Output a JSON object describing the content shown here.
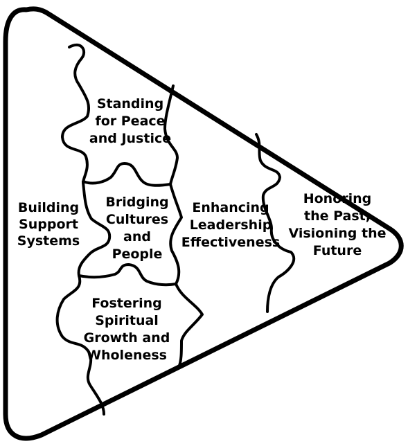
{
  "diagram": {
    "colors": {
      "stroke": "#000000",
      "fill": "#ffffff"
    },
    "pieces": [
      {
        "id": "building",
        "lines": [
          "Building",
          "Support",
          "Systems"
        ]
      },
      {
        "id": "standing",
        "lines": [
          "Standing",
          "for Peace",
          "and Justice"
        ]
      },
      {
        "id": "bridging",
        "lines": [
          "Bridging",
          "Cultures",
          "and",
          "People"
        ]
      },
      {
        "id": "fostering",
        "lines": [
          "Fostering",
          "Spiritual",
          "Growth and",
          "Wholeness"
        ]
      },
      {
        "id": "enhancing",
        "lines": [
          "Enhancing",
          "Leadership",
          "Effectiveness"
        ]
      },
      {
        "id": "honoring",
        "lines": [
          "Honoring",
          "the Past,",
          "Visioning the",
          "Future"
        ]
      }
    ]
  }
}
